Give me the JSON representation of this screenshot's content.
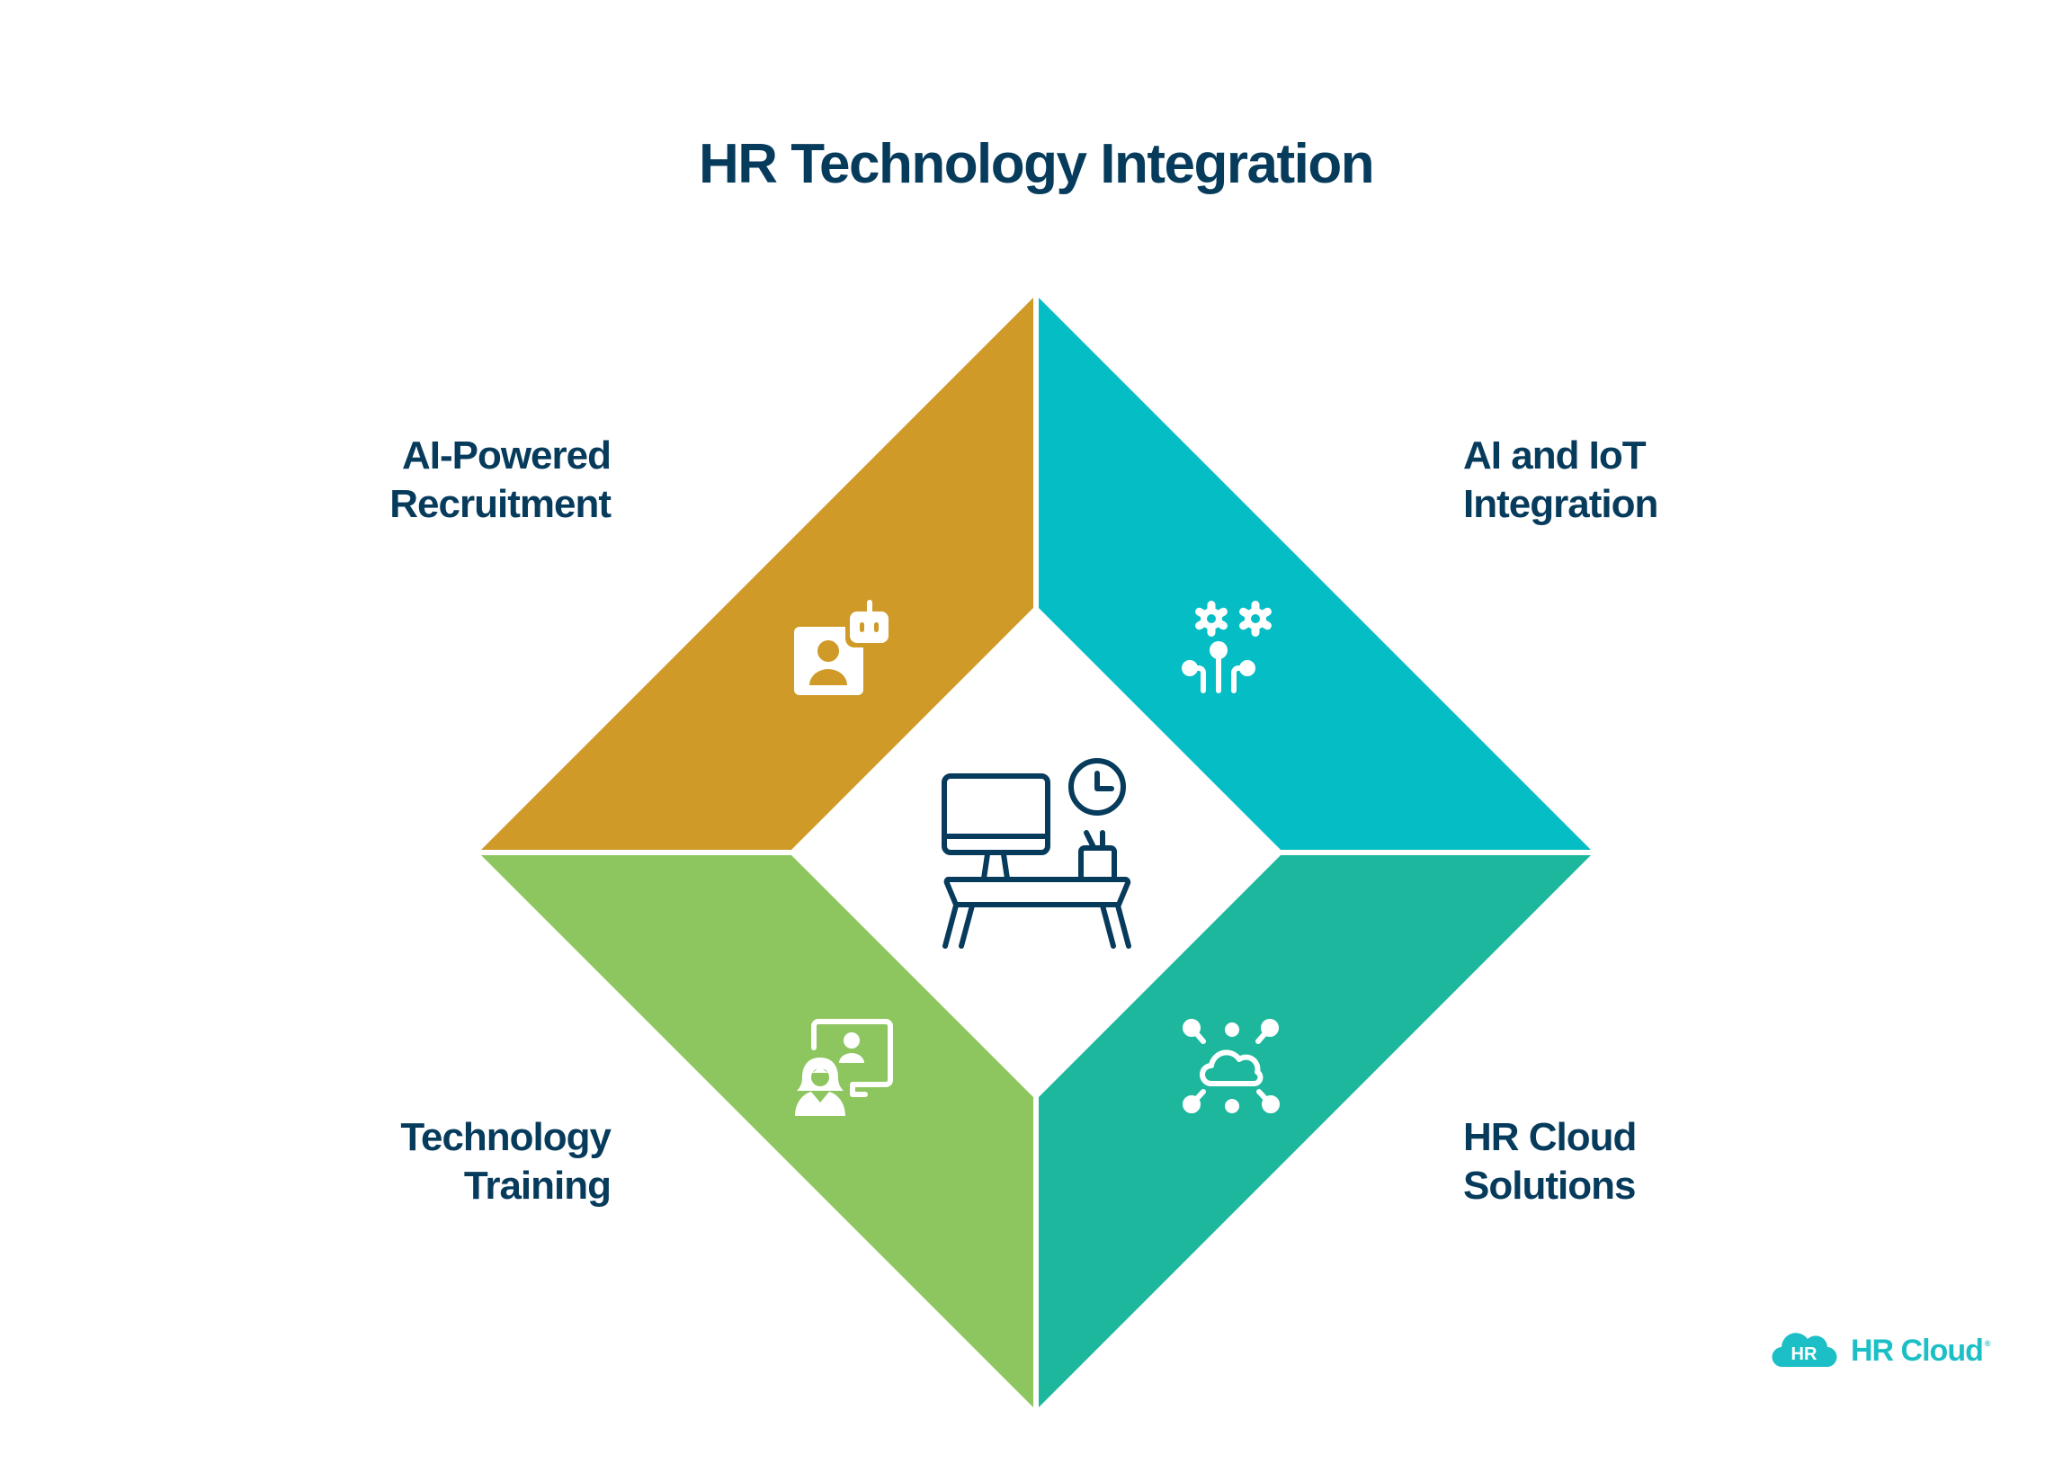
{
  "title": "HR Technology Integration",
  "colors": {
    "title": "#073B5C",
    "gold": "#CF9A27",
    "teal": "#05BDC4",
    "green": "#8DC55E",
    "seagreen": "#1DB79D",
    "icon_stroke": "#073B5C",
    "logo": "#1DBFC6"
  },
  "quadrants": [
    {
      "position": "top-left",
      "line1": "AI-Powered",
      "line2": "Recruitment",
      "icon": "ai-recruitment-icon",
      "color": "#CF9A27"
    },
    {
      "position": "top-right",
      "line1": "AI and IoT",
      "line2": "Integration",
      "icon": "ai-iot-icon",
      "color": "#05BDC4"
    },
    {
      "position": "bottom-left",
      "line1": "Technology",
      "line2": "Training",
      "icon": "technology-training-icon",
      "color": "#8DC55E"
    },
    {
      "position": "bottom-right",
      "line1": "HR Cloud",
      "line2": "Solutions",
      "icon": "cloud-network-icon",
      "color": "#1DB79D"
    }
  ],
  "center_icon": "workstation-desk-icon",
  "logo": {
    "badge_text": "HR",
    "text": "HR Cloud",
    "registered": "®"
  }
}
